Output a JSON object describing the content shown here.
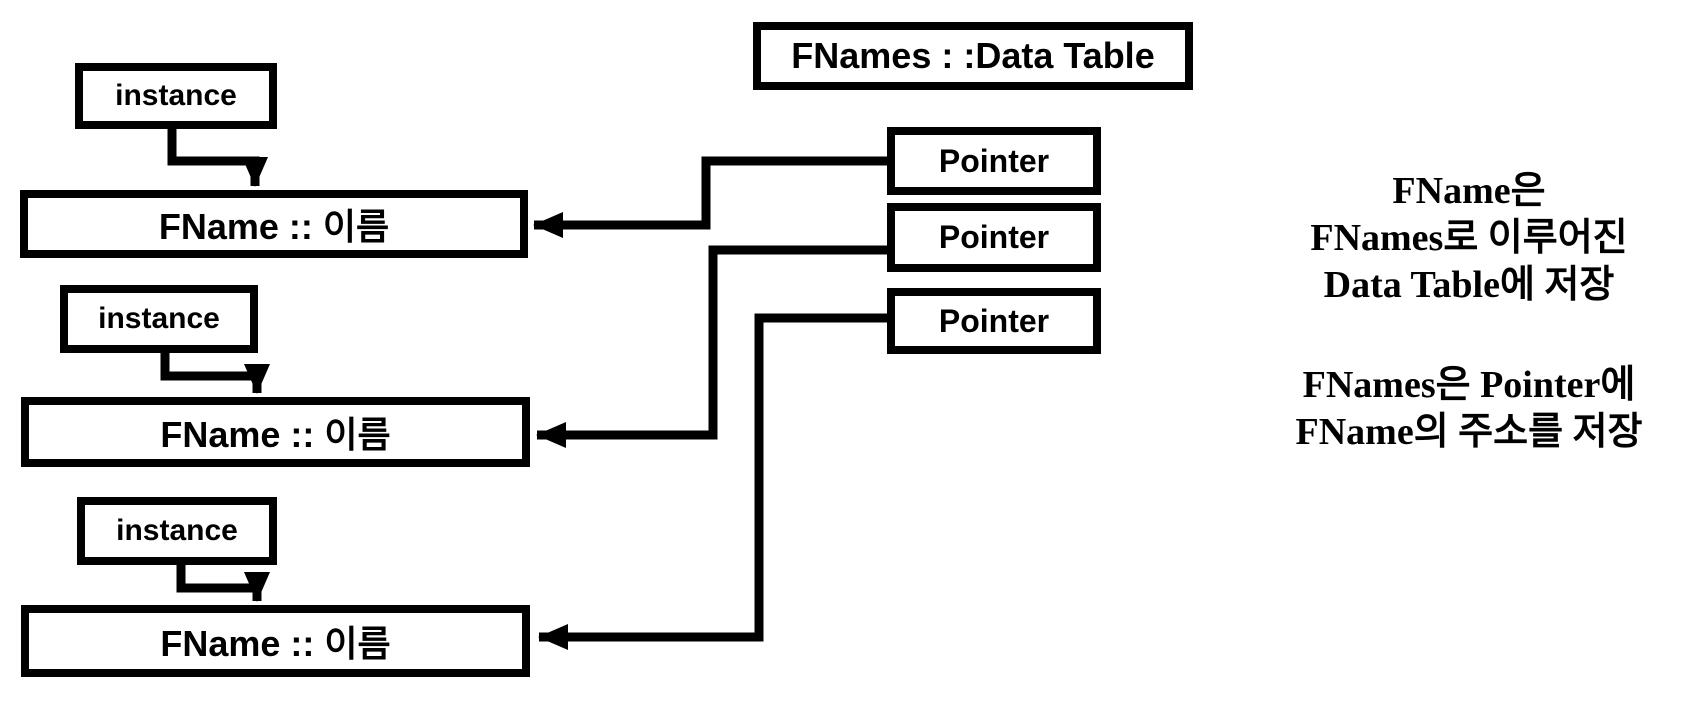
{
  "colors": {
    "background": "#ffffff",
    "line": "#000000",
    "box_fill": "#ffffff",
    "text": "#000000"
  },
  "title_box": {
    "label": "FNames : :Data Table"
  },
  "groups": [
    {
      "instance_label": "instance",
      "fname_label": "FName :: 이름"
    },
    {
      "instance_label": "instance",
      "fname_label": "FName :: 이름"
    },
    {
      "instance_label": "instance",
      "fname_label": "FName :: 이름"
    }
  ],
  "pointers": [
    {
      "label": "Pointer"
    },
    {
      "label": "Pointer"
    },
    {
      "label": "Pointer"
    }
  ],
  "annotation": {
    "block1": {
      "line1": "FName은",
      "line2": "FNames로 이루어진",
      "line3": "Data Table에 저장"
    },
    "block2": {
      "line1": "FNames은 Pointer에",
      "line2": "FName의 주소를 저장"
    }
  }
}
